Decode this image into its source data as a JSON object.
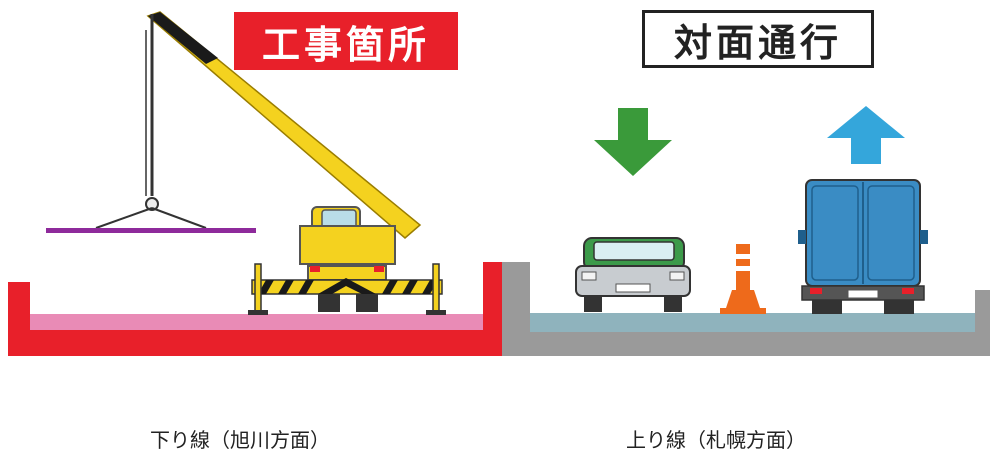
{
  "labels": {
    "construction_site": "工事箇所",
    "two_way_traffic": "対面通行"
  },
  "captions": {
    "down_line": "下り線（旭川方面）",
    "up_line": "上り線（札幌方面）"
  },
  "icons": {
    "arrow_down": "green-down-arrow-icon",
    "arrow_up": "blue-up-arrow-icon",
    "crane": "crane-truck-icon",
    "car": "car-icon",
    "truck": "truck-icon",
    "cone": "traffic-pole-icon"
  },
  "colors": {
    "construction_red": "#e8202a",
    "lane_pink": "#e98bb6",
    "road_gray": "#9a9a9a",
    "lane_teal": "#8fb3bd",
    "crane_yellow": "#f4d21f",
    "arrow_green": "#3a9a3a",
    "arrow_blue": "#34a6db",
    "car_green": "#3c9a4a",
    "truck_blue": "#3a8cc4",
    "cone_orange": "#ee6a1b",
    "beam_purple": "#8e2a9b"
  }
}
